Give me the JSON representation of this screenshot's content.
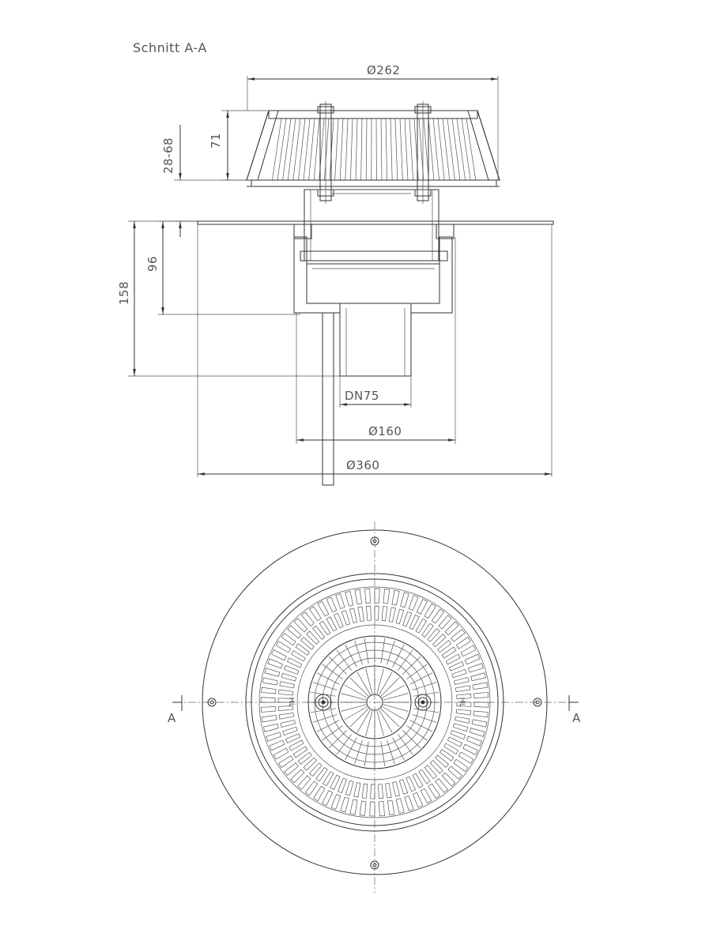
{
  "section_title": "Schnitt A-A",
  "dimensions": {
    "d_top": "Ø262",
    "height_71": "71",
    "height_range": "28-68",
    "height_96": "96",
    "height_158": "158",
    "dn": "DN75",
    "d_160": "Ø160",
    "d_360": "Ø360"
  },
  "section_marks": {
    "left": "A",
    "right": "A"
  },
  "plan_labels": {
    "left": "HL",
    "right": "HL"
  }
}
